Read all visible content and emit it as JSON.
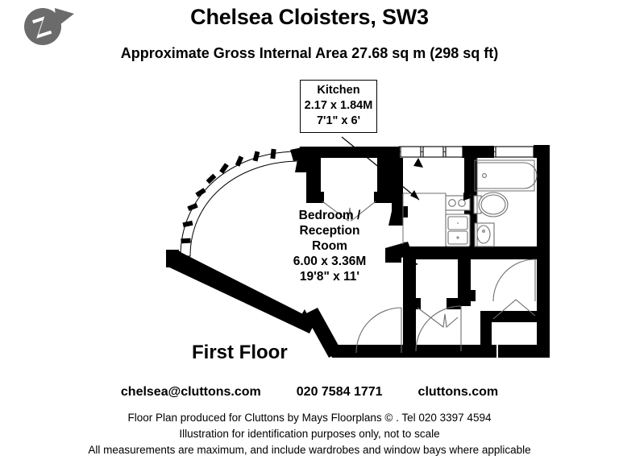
{
  "header": {
    "title": "Chelsea Cloisters, SW3",
    "area_line": "Approximate Gross Internal Area  27.68 sq m  (298 sq ft)",
    "compass_icon": "north-compass-icon"
  },
  "plan": {
    "floor_label": "First Floor",
    "rooms": [
      {
        "id": "kitchen",
        "name": "Kitchen",
        "dim_metric": "2.17 x 1.84M",
        "dim_imperial": "7'1\" x 6'"
      },
      {
        "id": "bedroom-reception",
        "name_line1": "Bedroom /",
        "name_line2": "Reception",
        "name_line3": "Room",
        "dim_metric": "6.00 x 3.36M",
        "dim_imperial": "19'8\" x 11'"
      }
    ],
    "fixtures": [
      "bathtub-icon",
      "toilet-icon",
      "wash-basin-icon",
      "kitchen-hob-icon",
      "kitchen-sink-icon",
      "wardrobe-icon",
      "cupboard-icon"
    ],
    "colors": {
      "wall": "#000000",
      "fixture_outline": "#7a7a7a",
      "window": "#ffffff",
      "background": "#ffffff",
      "compass": "#6b6b6b"
    }
  },
  "footer": {
    "email": "chelsea@cluttons.com",
    "phone": "020 7584 1771",
    "website": "cluttons.com",
    "line1": "Floor Plan produced for Cluttons by Mays Floorplans  © . Tel 020 3397 4594",
    "line2": "Illustration for identification purposes only, not to scale",
    "line3": "All measurements are maximum, and include wardrobes and window bays where applicable"
  }
}
